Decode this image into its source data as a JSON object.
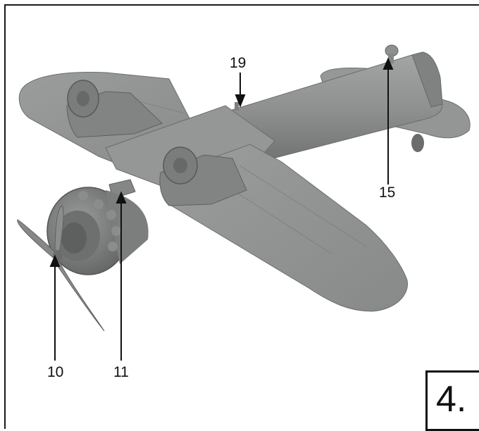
{
  "figure": {
    "subject_icon": "monoplane-model-icon",
    "callouts": [
      {
        "id": "19",
        "text": "19"
      },
      {
        "id": "15",
        "text": "15"
      },
      {
        "id": "10",
        "text": "10"
      },
      {
        "id": "11",
        "text": "11"
      }
    ],
    "step": {
      "text": "4."
    }
  },
  "colors": {
    "model_gray": "#8a8d8c",
    "model_light": "#a3a6a5",
    "model_dark": "#5d605f",
    "line": "#111111",
    "frame": "#1a1a1a"
  }
}
